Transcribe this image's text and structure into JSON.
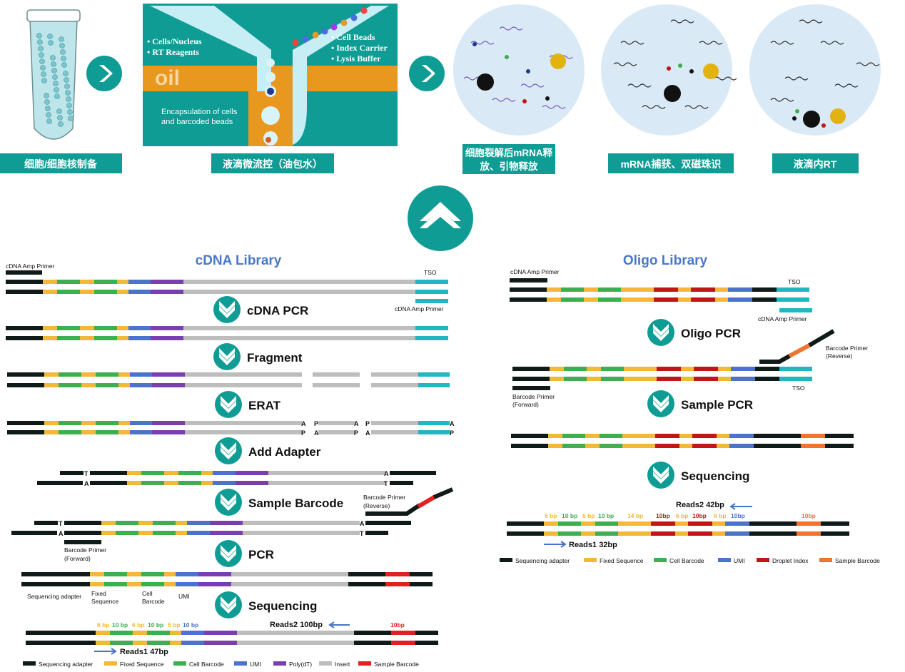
{
  "colors": {
    "teal": "#0f9c94",
    "teal_dark": "#0b8f87",
    "orange": "#e8971f",
    "dark": "#101a18",
    "fixed": "#f2b83a",
    "cell": "#3fae51",
    "umi": "#4a73c9",
    "polydt": "#7a3fae",
    "insert": "#bdbdbd",
    "sample": "#e22020",
    "tso": "#21b6c0",
    "droplet": "#c01616",
    "sample_orange": "#ee7430",
    "title_blue": "#4a78c8"
  },
  "top": {
    "step_labels": [
      "细胞/细胞核制备",
      "液滴微流控（油包水）",
      "细胞裂解后mRNA释",
      "放、引物释放",
      "mRNA捕获、双磁珠识",
      "液滴内RT"
    ],
    "chip": {
      "oil": "oil",
      "left_items": [
        "Cells/Nucleus",
        "RT Reagents"
      ],
      "right_items": [
        "Cell Beads",
        "Index Carrier",
        "Lysis Buffer"
      ],
      "caption": [
        "Encapsulation of cells",
        "and barcoded beads"
      ]
    },
    "arrow_icons": [
      "chevron-right-icon",
      "chevron-right-icon",
      "double-chevron-up-icon"
    ]
  },
  "cdna": {
    "title": "cDNA Library",
    "steps": [
      "cDNA PCR",
      "Fragment",
      "ERAT",
      "Add Adapter",
      "Sample Barcode",
      "PCR",
      "Sequencing"
    ],
    "labels": {
      "amp_primer": "cDNA Amp Primer",
      "tso": "TSO",
      "amp_primer_2": "cDNA Amp Primer",
      "barcode_reverse": [
        "Barcode Primer",
        "(Reverse)"
      ],
      "barcode_forward": [
        "Barcode Primer",
        "(Forward)"
      ],
      "seq_adapter": "Sequencing adapter",
      "fixed_seq": [
        "Fixed",
        "Sequence"
      ],
      "cell_barcode": [
        "Cell",
        "Barcode"
      ],
      "umi": "UMI",
      "reads2": "Reads2 100bp",
      "reads1": "Reads1 47bp",
      "a": "A",
      "p": "P",
      "t": "T"
    },
    "seg_lengths": [
      "6 bp",
      "10 bp",
      "6 bp",
      "10 bp",
      "5 bp",
      "10 bp",
      "10bp"
    ]
  },
  "oligo": {
    "title": "Oligo Library",
    "steps": [
      "Oligo PCR",
      "Sample PCR",
      "Sequencing"
    ],
    "labels": {
      "amp_primer": "cDNA Amp Primer",
      "tso": "TSO",
      "amp_primer_2": "cDNA Amp Primer",
      "barcode_reverse": [
        "Barcode Primer",
        "(Reverse)"
      ],
      "barcode_forward": [
        "Barcode Primer",
        "(Forward)"
      ],
      "tso_2": "TSO",
      "reads2": "Reads2 42bp",
      "reads1": "Reads1 32bp"
    },
    "seg_lengths": [
      "6 bp",
      "10 bp",
      "6 bp",
      "10 bp",
      "14 bp",
      "10bp",
      "6 bp",
      "10bp",
      "6 bp",
      "10bp",
      "10bp"
    ]
  },
  "legend_cdna": [
    "Sequencing adapter",
    "Fixed Sequence",
    "Cell Barcode",
    "UMI",
    "Poly(dT)",
    "Insert",
    "Sample Barcode"
  ],
  "legend_oligo": [
    "Sequencing adapter",
    "Fixed Sequence",
    "Cell Barcode",
    "UMI",
    "Droplet Index",
    "Sample Barcode"
  ]
}
